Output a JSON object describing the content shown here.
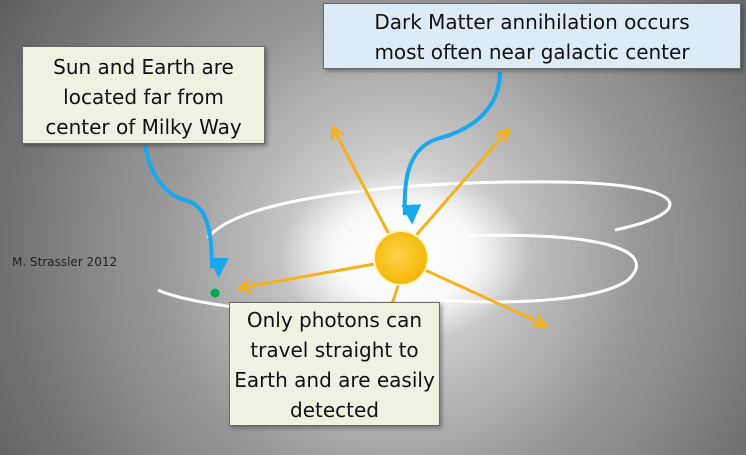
{
  "credit": "M. Strassler 2012",
  "callouts": {
    "sun_earth": {
      "lines": [
        "Sun and Earth are",
        "located far from",
        "center of Milky Way"
      ]
    },
    "dark_matter": {
      "lines": [
        "Dark Matter annihilation occurs",
        "most often near galactic center"
      ]
    },
    "photons": {
      "lines": [
        "Only photons can",
        "travel straight to",
        "Earth and are easily",
        "detected"
      ]
    }
  },
  "colors": {
    "background_outer": "#5e5e5e",
    "galactic_glow": "#ffffff",
    "orbit_rings": "#ffffff",
    "photon_arrows": "#f5b21e",
    "galactic_center": "#ffc000",
    "pointer_arrows": "#19a8f0",
    "earth": "#00a651",
    "sun_box_fill": "#eff2e2",
    "dm_box_fill": "#dcebf5"
  }
}
